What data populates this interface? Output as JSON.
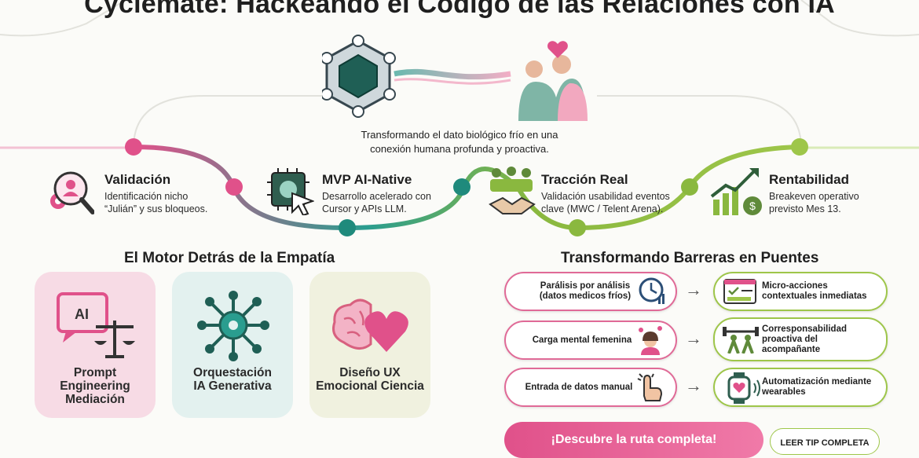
{
  "header": {
    "title": "Cyclemate: Hackeando el Código de las Relaciones con IA"
  },
  "hero": {
    "caption": "Transformando el dato biológico frío en una conexión humana profunda y proactiva."
  },
  "timeline": [
    {
      "title": "Validación",
      "desc": "Identificación nicho “Julián” y sus bloqueos.",
      "icon": "magnifier-user-icon"
    },
    {
      "title": "MVP AI-Native",
      "desc": "Desarrollo acelerado con Cursor y APIs LLM.",
      "icon": "chip-cursor-icon"
    },
    {
      "title": "Tracción Real",
      "desc": "Validación usabilidad eventos clave (MWC / Telent Arena).",
      "icon": "handshake-icon"
    },
    {
      "title": "Rentabilidad",
      "desc": "Breakeven operativo previsto Mes 13.",
      "icon": "growth-chart-icon"
    }
  ],
  "engine": {
    "title": "El Motor Detrás de la Empatía",
    "cards": [
      {
        "label": "Prompt Engineering Mediación",
        "icon": "ai-scale-icon",
        "color": "#f7dbe5"
      },
      {
        "label": "Orquestación IA Generativa",
        "icon": "network-gear-icon",
        "color": "#e3f1ef"
      },
      {
        "label": "Diseño UX Emocional Ciencia",
        "icon": "brain-heart-icon",
        "color": "#f0f1df"
      }
    ]
  },
  "barriers": {
    "title": "Transformando Barreras en Puentes",
    "rows": [
      {
        "problem": "Parálisis por análisis (datos medicos fríos)",
        "solution": "Micro-acciones contextuales inmediatas"
      },
      {
        "problem": "Carga mental femenina",
        "solution": "Corresponsabilidad proactiva del acompañante"
      },
      {
        "problem": "Entrada de datos manual",
        "solution": "Automatización mediante wearables"
      }
    ]
  },
  "cta": {
    "label": "¡Descubre la ruta completa!",
    "tip": "LEER TIP COMPLETA"
  },
  "colors": {
    "pink": "#e0518a",
    "teal": "#1f8a7c",
    "green": "#9ec64a"
  }
}
